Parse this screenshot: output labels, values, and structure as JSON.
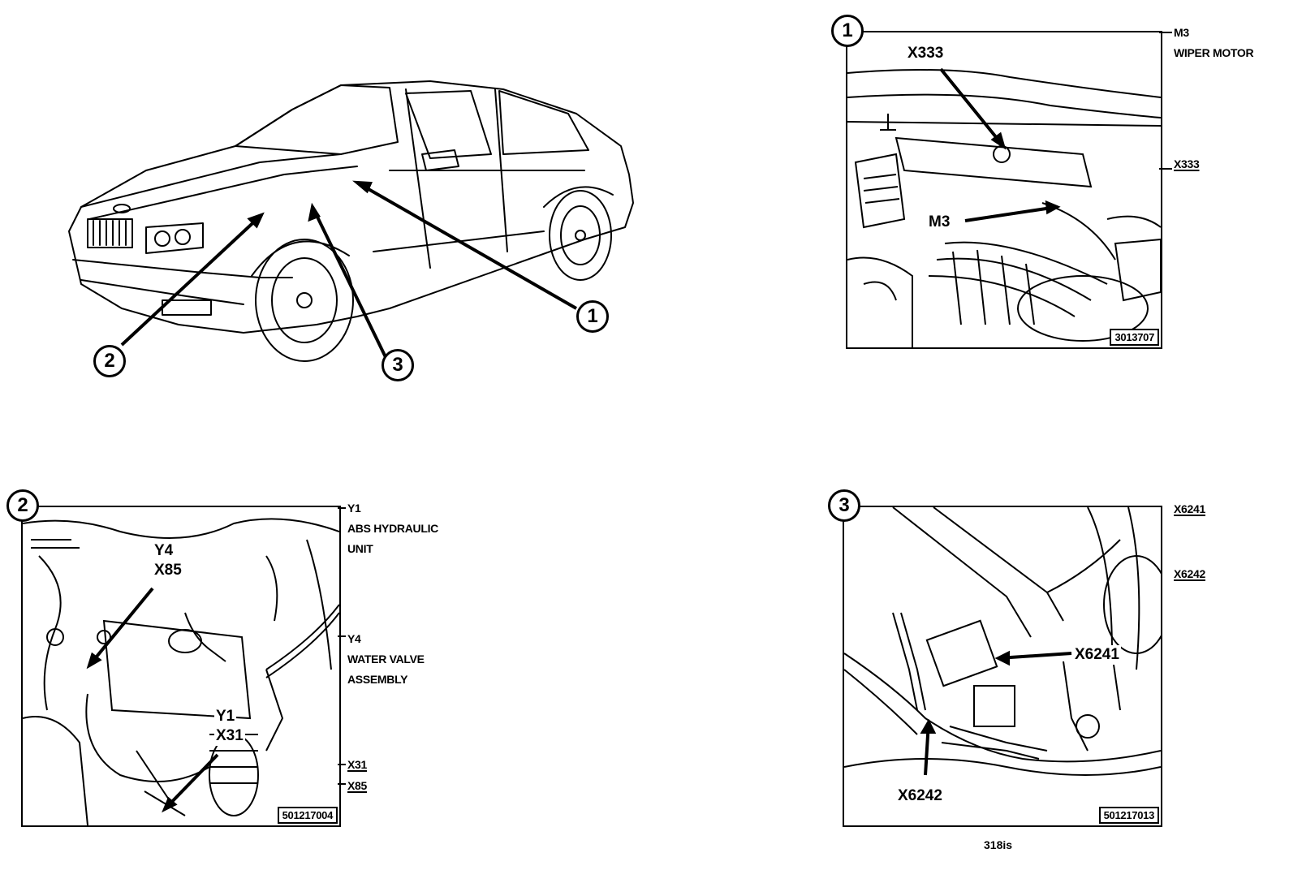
{
  "overview": {
    "callouts": [
      "1",
      "2",
      "3"
    ]
  },
  "panel1": {
    "number": "1",
    "figure_id": "3013707",
    "labels": {
      "x333": "X333",
      "m3": "M3"
    },
    "side": {
      "comp_code": "M3",
      "comp_name": "WIPER MOTOR",
      "connector": "X333"
    }
  },
  "panel2": {
    "number": "2",
    "figure_id": "501217004",
    "labels": {
      "y4": "Y4",
      "x85": "X85",
      "y1": "Y1",
      "x31": "X31"
    },
    "side": {
      "y1_code": "Y1",
      "y1_line1": "ABS HYDRAULIC",
      "y1_line2": "UNIT",
      "y4_code": "Y4",
      "y4_line1": "WATER VALVE",
      "y4_line2": "ASSEMBLY",
      "conn1": "X31",
      "conn2": "X85"
    }
  },
  "panel3": {
    "number": "3",
    "figure_id": "501217013",
    "labels": {
      "x6241": "X6241",
      "x6242": "X6242"
    },
    "side": {
      "conn1": "X6241",
      "conn2": "X6242"
    }
  },
  "model": "318is"
}
